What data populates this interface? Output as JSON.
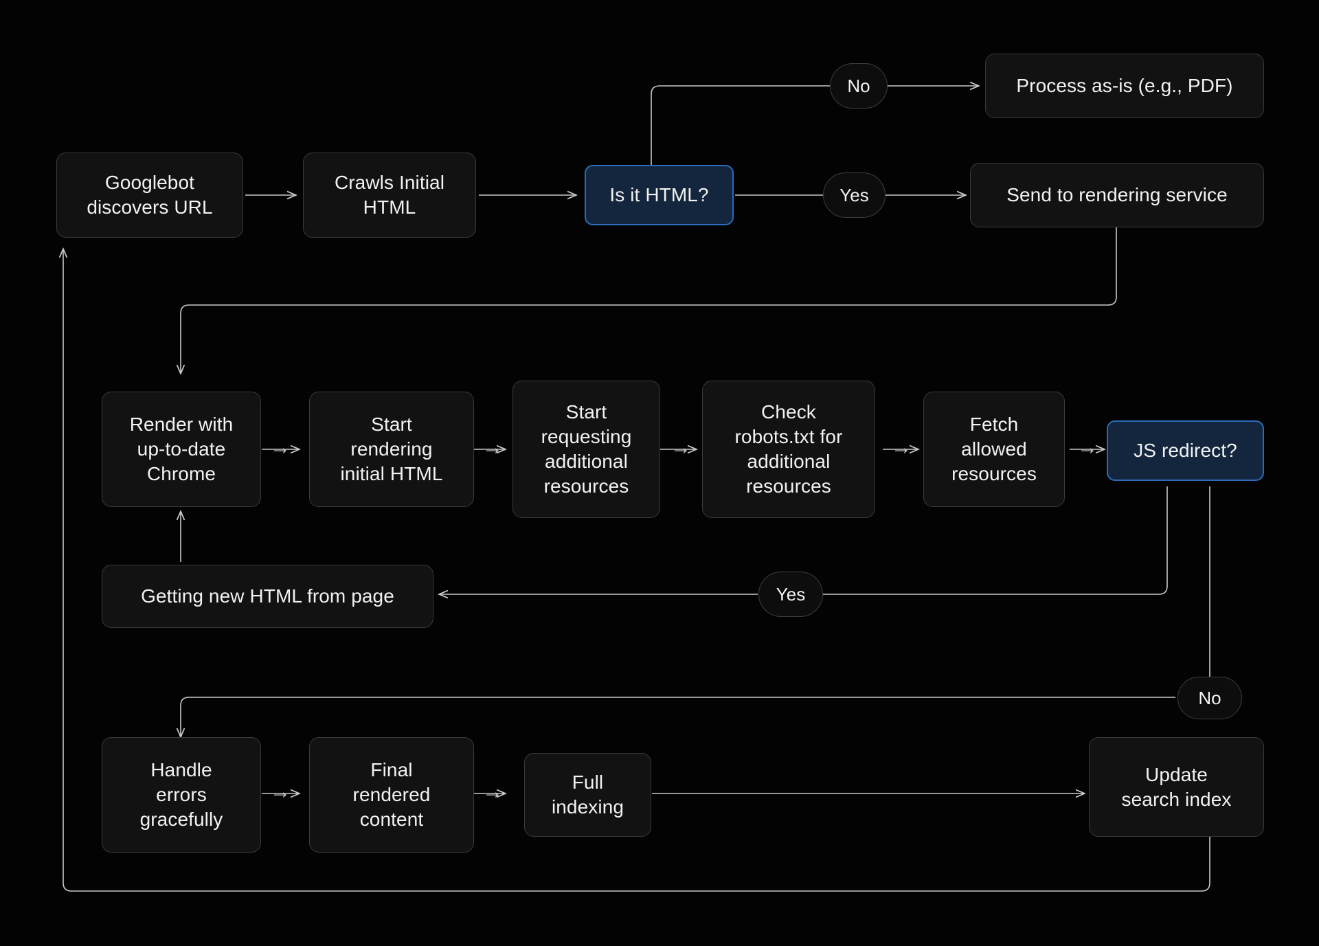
{
  "diagram": {
    "title": "Googlebot crawling and rendering pipeline",
    "background_color": "#030303",
    "node_fill": "#121212",
    "node_border": "#3a3a3a",
    "highlight_fill": "#14263d",
    "highlight_border": "#2b6cb8",
    "edge_color": "#c9c9c9",
    "text_color": "#f2f2f2"
  },
  "nodes": {
    "googlebot_discovers_url": "Googlebot\ndiscovers URL",
    "crawls_initial_html": "Crawls Initial\nHTML",
    "is_it_html": "Is it HTML?",
    "process_as_is": "Process as-is (e.g., PDF)",
    "send_to_rendering_service": "Send to rendering service",
    "render_with_chrome": "Render with\nup-to-date\nChrome",
    "start_rendering_initial_html": "Start\nrendering\ninitial HTML",
    "start_requesting_resources": "Start\nrequesting\nadditional\nresources",
    "check_robots_txt": "Check\nrobots.txt for\nadditional\nresources",
    "fetch_allowed_resources": "Fetch\nallowed\nresources",
    "js_redirect": "JS redirect?",
    "getting_new_html": "Getting new HTML from page",
    "handle_errors": "Handle\nerrors\ngracefully",
    "final_rendered_content": "Final\nrendered\ncontent",
    "full_indexing": "Full\nindexing",
    "update_search_index": "Update\nsearch index"
  },
  "edge_labels": {
    "is_html_no": "No",
    "is_html_yes": "Yes",
    "js_redirect_yes": "Yes",
    "js_redirect_no": "No"
  },
  "arrow_glyphs": {
    "googlebot_to_crawls": "→",
    "crawls_to_is_html": "→",
    "render_to_start_rendering": "→",
    "start_rendering_to_requesting": "→",
    "requesting_to_robots": "→",
    "robots_to_fetch": "→",
    "fetch_to_js_redirect": "→",
    "handle_to_final": "→",
    "final_to_full": "→"
  }
}
